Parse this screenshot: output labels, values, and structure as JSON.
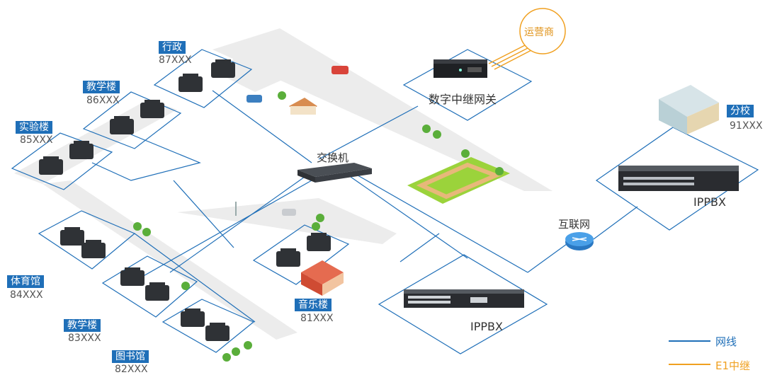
{
  "colors": {
    "network": "#1f6fb8",
    "e1": "#f0a020",
    "road": "#e9e9e9",
    "tag_bg": "#1f6fb8"
  },
  "buildings": {
    "admin": {
      "name": "行政",
      "ext": "87XXX"
    },
    "teach1": {
      "name": "教学楼",
      "ext": "86XXX"
    },
    "lab": {
      "name": "实验楼",
      "ext": "85XXX"
    },
    "gym": {
      "name": "体育馆",
      "ext": "84XXX"
    },
    "teach2": {
      "name": "教学楼",
      "ext": "83XXX"
    },
    "library": {
      "name": "图书馆",
      "ext": "82XXX"
    },
    "music": {
      "name": "音乐楼",
      "ext": "81XXX"
    },
    "branch": {
      "name": "分校",
      "ext": "91XXX"
    }
  },
  "devices": {
    "gateway": "数字中继网关",
    "carrier": "运营商",
    "switch": "交换机",
    "internet": "互联网",
    "ippbx_main": "IPPBX",
    "ippbx_branch": "IPPBX"
  },
  "legend": [
    {
      "label": "网线",
      "color": "#1f6fb8"
    },
    {
      "label": "E1中继",
      "color": "#f0a020"
    }
  ]
}
